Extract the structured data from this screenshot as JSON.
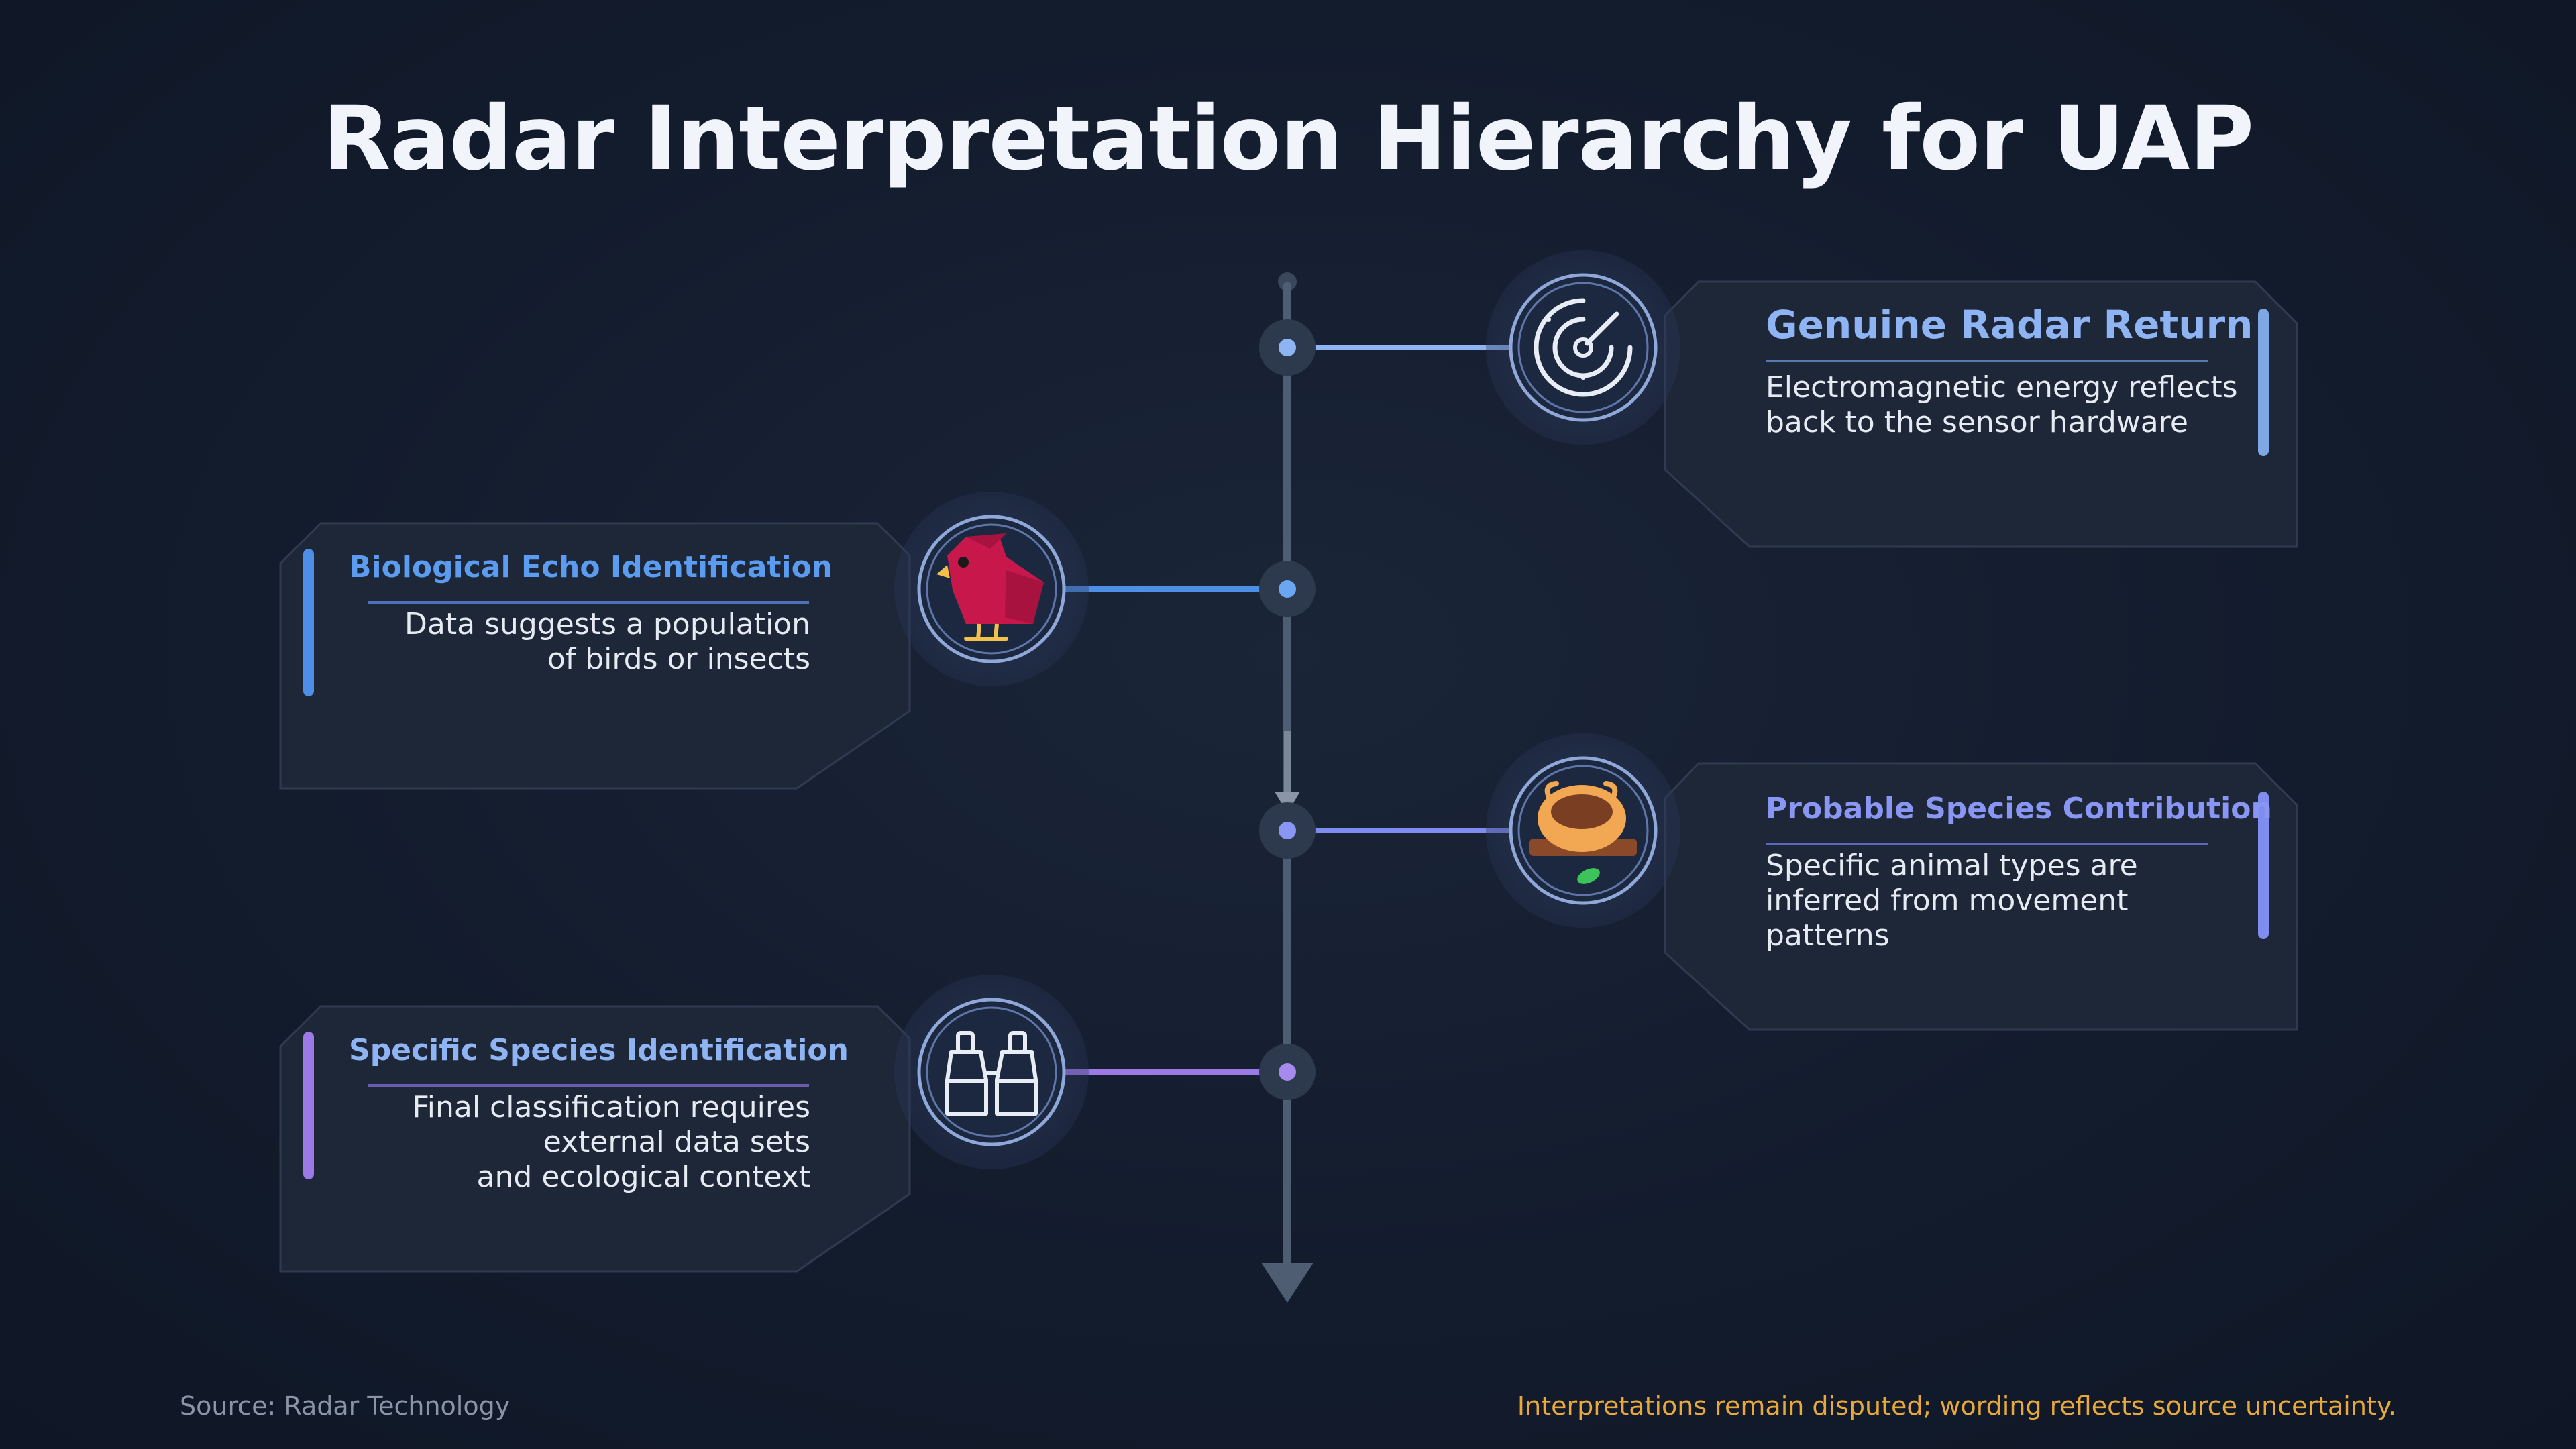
{
  "title": "Radar Interpretation Hierarchy for UAP",
  "colors": {
    "card1_accent": "#7ea8e3",
    "card2_accent": "#4d8ee6",
    "card3_accent": "#7f8cf0",
    "card4_accent": "#9d79e8",
    "title_blue": "#8fb4f3",
    "footer_note": "#e9a93a"
  },
  "cards": [
    {
      "title": "Genuine Radar Return",
      "body": "Electromagnetic energy reflects\nback to the sensor hardware",
      "icon": "radar-icon"
    },
    {
      "title": "Biological Echo Identification",
      "body": "Data suggests a population\nof birds or insects",
      "icon": "bird-icon"
    },
    {
      "title": "Probable Species Contribution",
      "body": "Specific animal types are\ninferred from movement patterns",
      "icon": "nest-icon"
    },
    {
      "title": "Specific Species Identification",
      "body": "Final classification requires\nexternal data sets\nand ecological context",
      "icon": "binoculars-icon"
    }
  ],
  "footer": {
    "source": "Source: Radar Technology",
    "note": "Interpretations remain disputed; wording reflects source uncertainty."
  }
}
